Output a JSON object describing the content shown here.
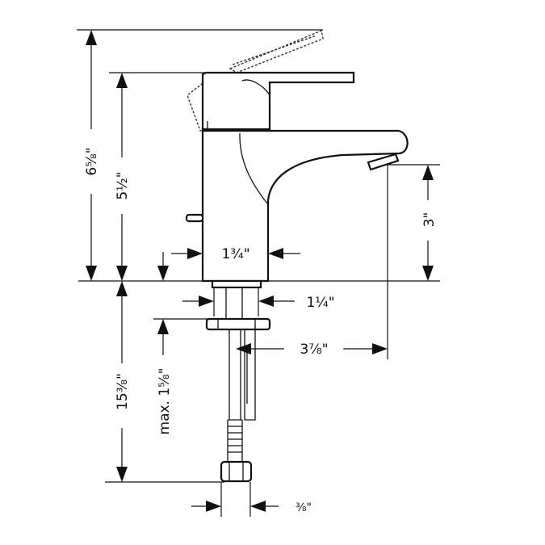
{
  "dimensions": {
    "overall_height": "6⅝\"",
    "spout_height": "5½\"",
    "spout_clearance": "3\"",
    "body_diameter": "1¾\"",
    "shank_diameter": "1¼\"",
    "spout_reach": "3⅞\"",
    "below_deck_length": "15⅜\"",
    "max_deck_thickness": "max. 1⅝\"",
    "supply_connection": "⅜\""
  },
  "colors": {
    "line": "#111111",
    "background": "#ffffff"
  }
}
